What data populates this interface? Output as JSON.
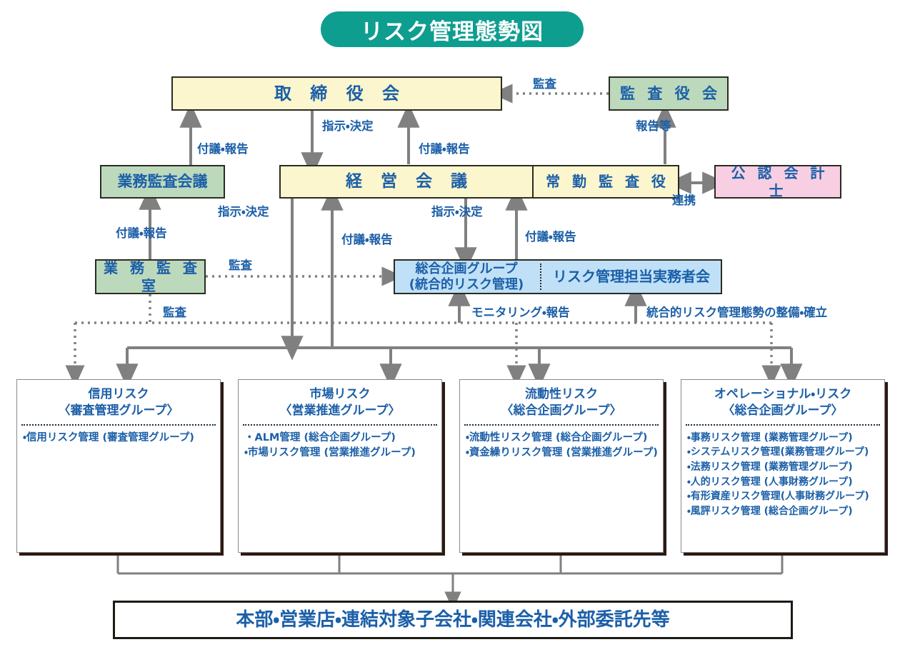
{
  "title": "リスク管理態勢図",
  "colors": {
    "title_pill": "#0e9e8f",
    "text_blue": "#1b5fa8",
    "yellow_box": "#fbf6cd",
    "green_box": "#bdd9bc",
    "pink_box": "#f8cee2",
    "blue_box": "#bfe0f6",
    "connector_gray": "#808080",
    "border_dark": "#2b2b24"
  },
  "nodes": {
    "board_of_directors": "取 締 役 会",
    "audit_and_supervisory_board": "監 査 役 会",
    "business_audit_meeting": "業務監査会議",
    "management_meeting": "経 営 会 議",
    "full_time_auditor": "常 勤 監 査 役",
    "certified_public_accountant": "公 認 会 計 士",
    "business_audit_office": "業 務 監 査 室",
    "planning_group_line1": "総合企画グループ",
    "planning_group_line2": "(統合的リスク管理)",
    "risk_practitioner_meeting": "リスク管理担当実務者会",
    "bottom_bar": "本部・営業店・連結対象子会社・関連会社・外部委託先等"
  },
  "edge_labels": {
    "audit_top": "監査",
    "report_etc": "報告等",
    "instruction_decision_1": "指示・決定",
    "instruction_decision_2": "指示・決定",
    "instruction_decision_3": "指示・決定",
    "proposal_report_1": "付議・報告",
    "proposal_report_2": "付議・報告",
    "proposal_report_3": "付議・報告",
    "proposal_report_4": "付議・報告",
    "proposal_report_5": "付議・報告",
    "cooperation": "連携",
    "audit_mid": "監査",
    "audit_low": "監査",
    "monitoring_report": "モニタリング・報告",
    "integrated_risk_framework": "統合的リスク管理態勢の整備・確立"
  },
  "risk_boxes": [
    {
      "id": "credit-risk",
      "title": "信用リスク",
      "owner": "〈審査管理グループ〉",
      "items": [
        "・信用リスク管理 (審査管理グループ)"
      ]
    },
    {
      "id": "market-risk",
      "title": "市場リスク",
      "owner": "〈営業推進グループ〉",
      "items": [
        "・ALM管理 (総合企画グループ)",
        "・市場リスク管理 (営業推進グループ)"
      ]
    },
    {
      "id": "liquidity-risk",
      "title": "流動性リスク",
      "owner": "〈総合企画グループ〉",
      "items": [
        "・流動性リスク管理 (総合企画グループ)",
        "・資金繰りリスク管理 (営業推進グループ)"
      ]
    },
    {
      "id": "operational-risk",
      "title": "オペレーショナル・リスク",
      "owner": "〈総合企画グループ〉",
      "items": [
        "・事務リスク管理 (業務管理グループ)",
        "・システムリスク管理(業務管理グループ)",
        "・法務リスク管理 (業務管理グループ)",
        "・人的リスク管理 (人事財務グループ)",
        "・有形資産リスク管理(人事財務グループ)",
        "・風評リスク管理 (総合企画グループ)"
      ]
    }
  ]
}
